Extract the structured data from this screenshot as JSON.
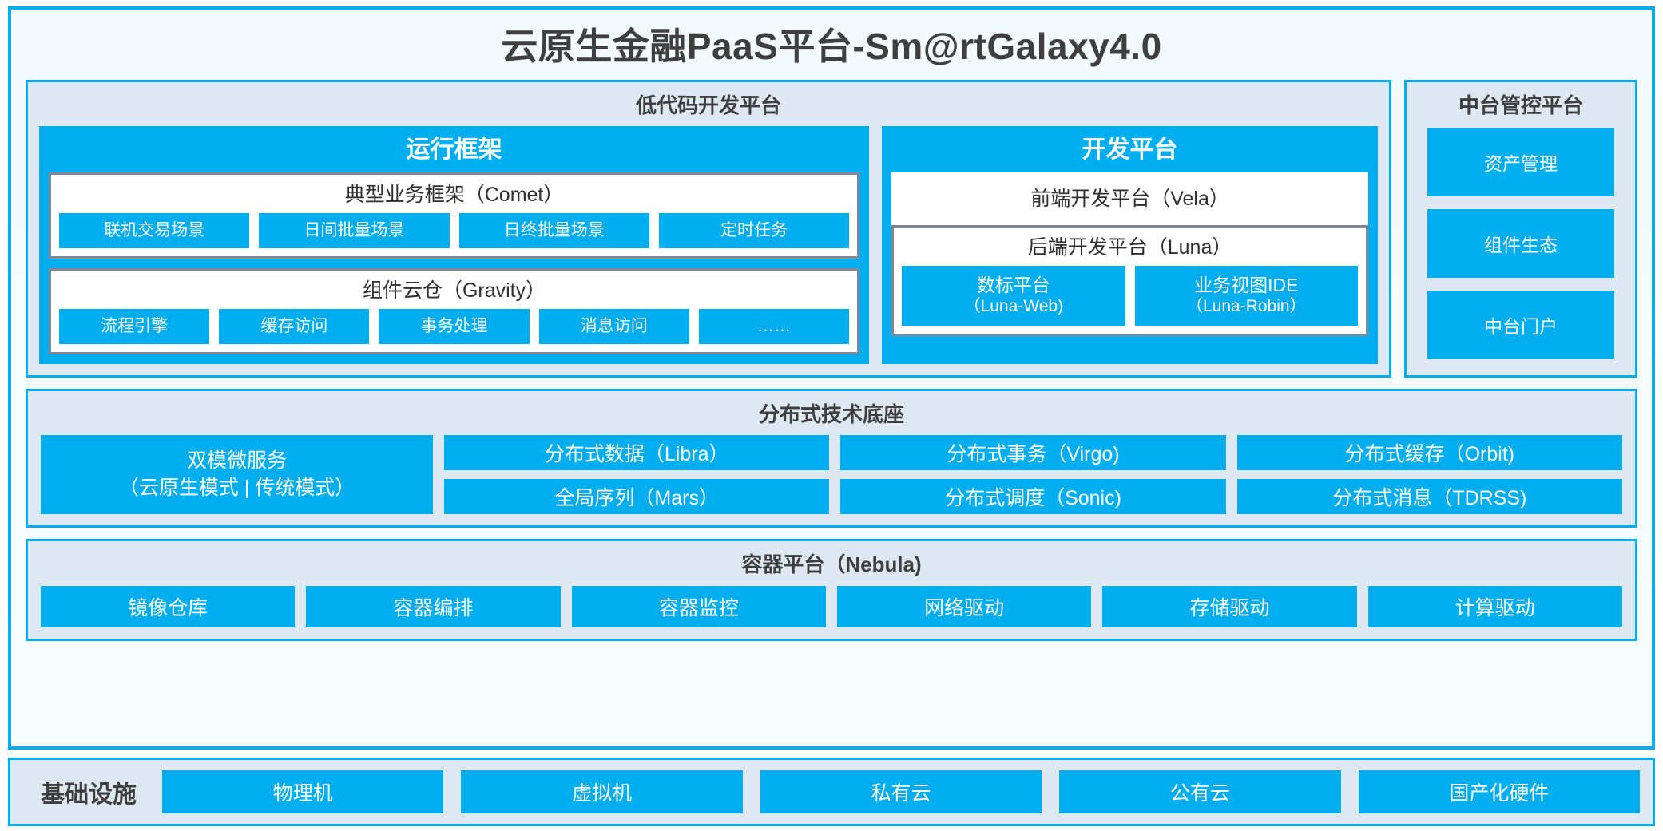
{
  "colors": {
    "accent_blue": "#00AEEF",
    "panel_bg": "#DEE8F3",
    "panel_border_gray": "#7F8899",
    "frame_bg": "#F3FBFE",
    "text_dark": "#3F3F3F",
    "chip_text": "#FFFFFF"
  },
  "title": "云原生金融PaaS平台-Sm@rtGalaxy4.0",
  "lowcode": {
    "title": "低代码开发平台",
    "runtime": {
      "title": "运行框架",
      "comet": {
        "title": "典型业务框架（Comet）",
        "items": [
          "联机交易场景",
          "日间批量场景",
          "日终批量场景",
          "定时任务"
        ]
      },
      "gravity": {
        "title": "组件云仓（Gravity）",
        "items": [
          "流程引擎",
          "缓存访问",
          "事务处理",
          "消息访问",
          "……"
        ]
      }
    },
    "devplatform": {
      "title": "开发平台",
      "frontend": "前端开发平台（Vela）",
      "backend": {
        "title": "后端开发平台（Luna）",
        "items": [
          {
            "name": "数标平台",
            "code": "（Luna-Web)"
          },
          {
            "name": "业务视图IDE",
            "code": "（Luna-Robin）"
          }
        ]
      }
    }
  },
  "control_platform": {
    "title": "中台管控平台",
    "items": [
      "资产管理",
      "组件生态",
      "中台门户"
    ]
  },
  "distributed": {
    "title": "分布式技术底座",
    "microservice": {
      "line1": "双模微服务",
      "line2": "（云原生模式 | 传统模式）"
    },
    "columns": [
      [
        "分布式数据（Libra）",
        "全局序列（Mars）"
      ],
      [
        "分布式事务（Virgo)",
        "分布式调度（Sonic)"
      ],
      [
        "分布式缓存（Orbit)",
        "分布式消息（TDRSS)"
      ]
    ]
  },
  "container": {
    "title": "容器平台（Nebula)",
    "items": [
      "镜像仓库",
      "容器编排",
      "容器监控",
      "网络驱动",
      "存储驱动",
      "计算驱动"
    ]
  },
  "infrastructure": {
    "label": "基础设施",
    "items": [
      "物理机",
      "虚拟机",
      "私有云",
      "公有云",
      "国产化硬件"
    ]
  }
}
